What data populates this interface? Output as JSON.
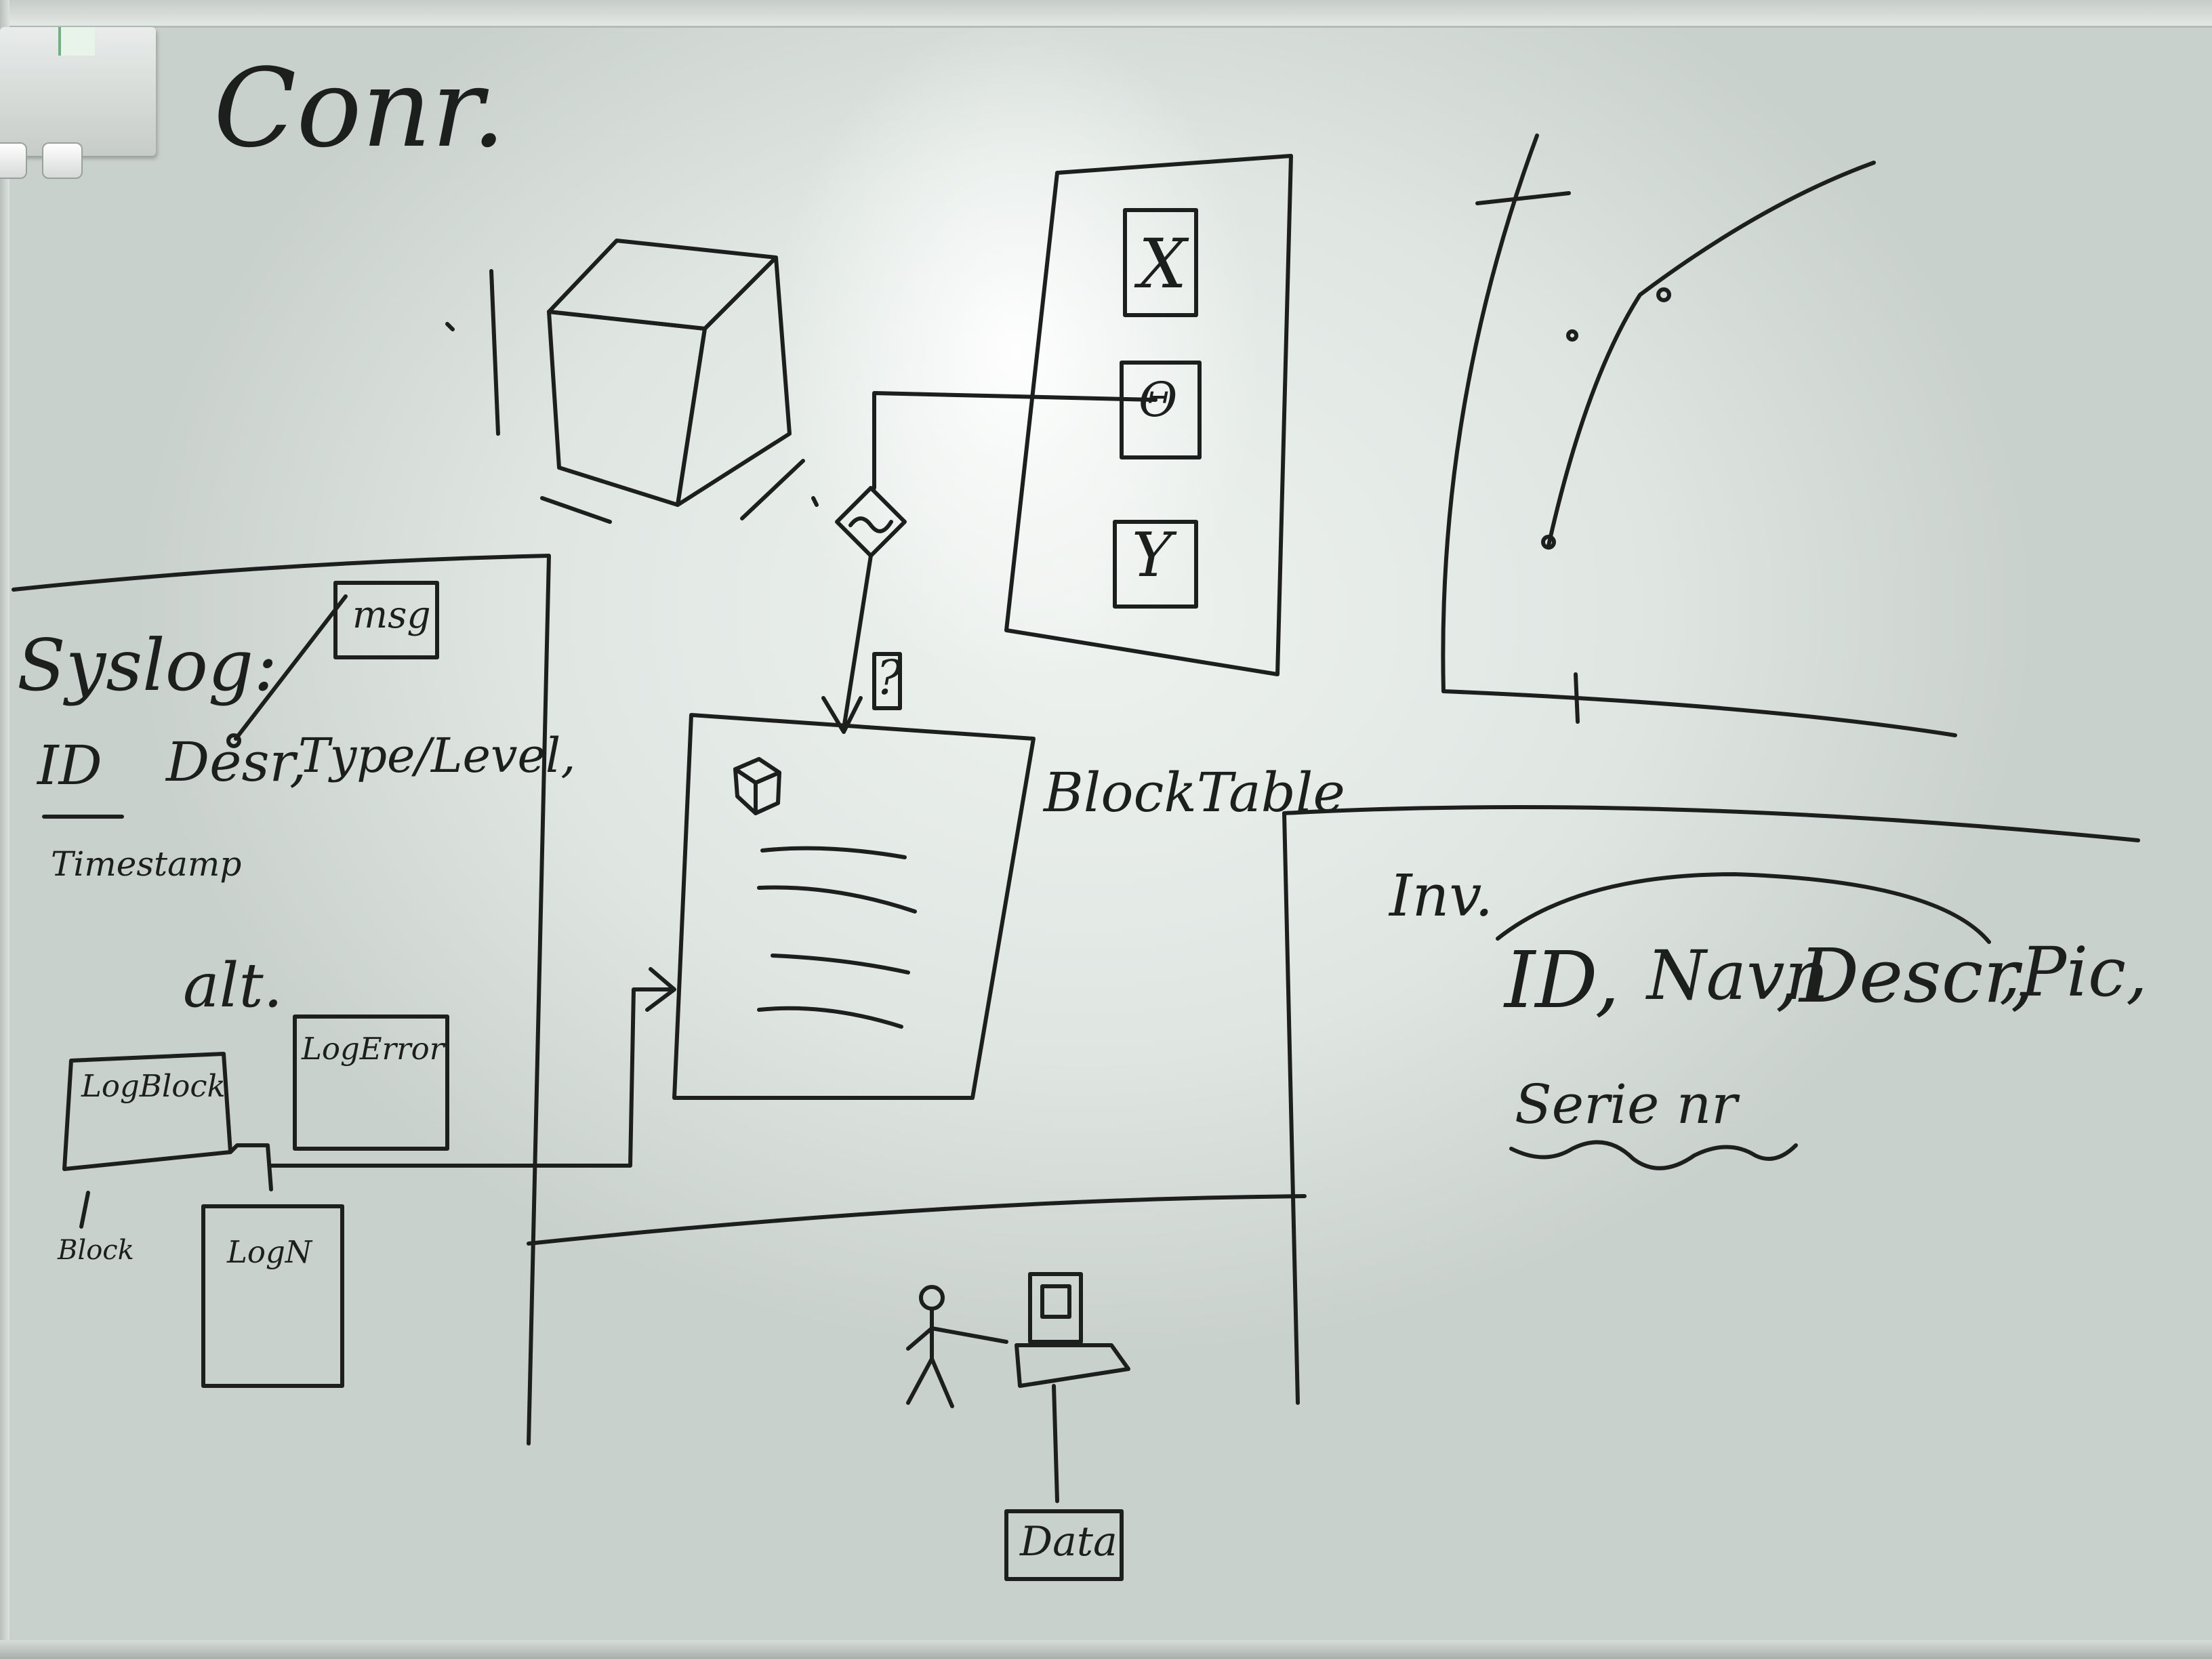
{
  "title": "Conr.",
  "syslog": {
    "heading": "Syslog:",
    "msg_box": "msg",
    "fields": [
      "ID",
      "Desr,",
      "Type/Level,"
    ],
    "timestamp": "Timestamp",
    "alt_label": "alt.",
    "boxes": [
      "LogBlock",
      "LogError",
      "LogN"
    ],
    "arrow_label": "Block"
  },
  "chain": {
    "marks": [
      "X",
      "Θ",
      "Y"
    ]
  },
  "center": {
    "question": "?",
    "blocktable": "BlockTable"
  },
  "inventory": {
    "label": "Inv.",
    "fields": [
      "ID,",
      "Navn",
      ",Descr,",
      ",Pic,"
    ],
    "serie": "Serie nr"
  },
  "bottom": {
    "data_box": "Data"
  },
  "colors": {
    "ink": "#1d1f1e",
    "board": "#e8ede9"
  }
}
